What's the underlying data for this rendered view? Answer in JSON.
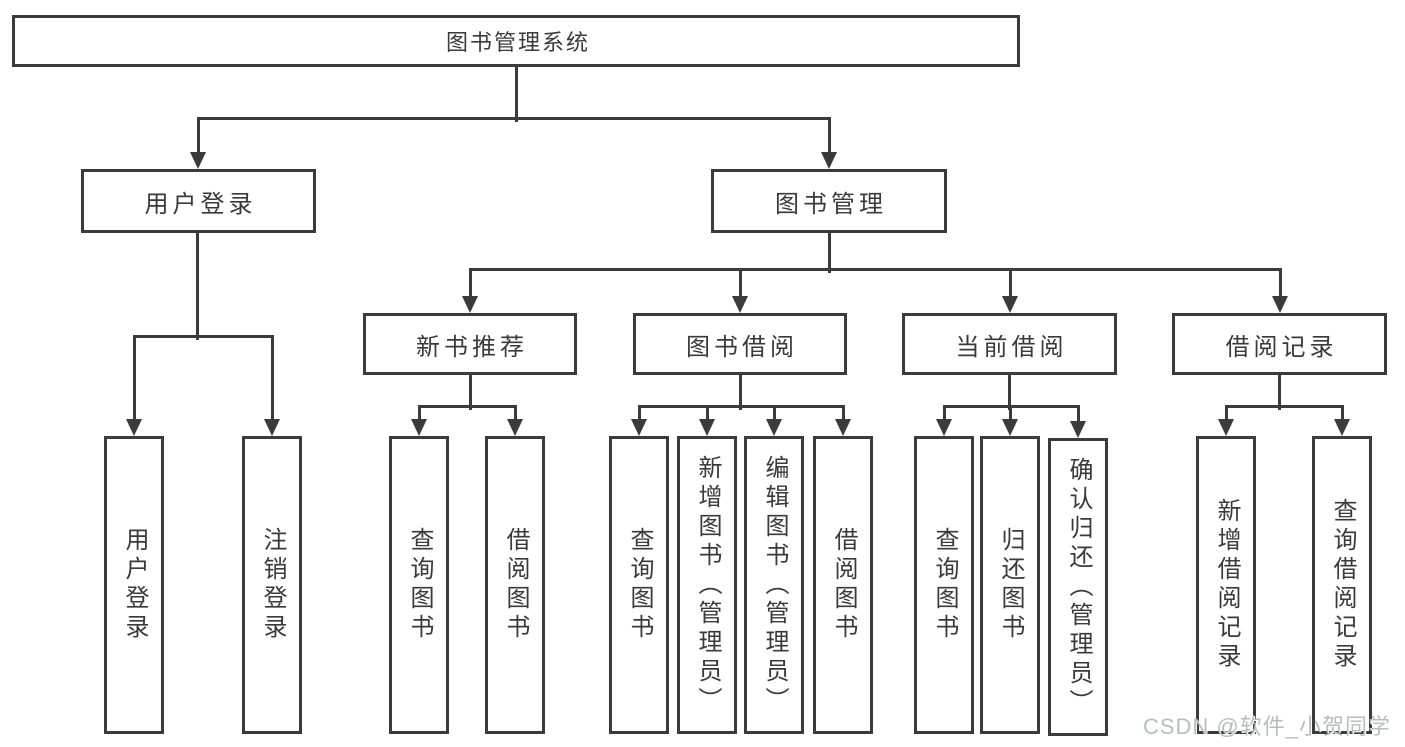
{
  "diagram": {
    "title": "图书管理系统",
    "level2": [
      {
        "label": "用户登录"
      },
      {
        "label": "图书管理"
      }
    ],
    "level3": [
      {
        "label": "新书推荐",
        "parent": "图书管理"
      },
      {
        "label": "图书借阅",
        "parent": "图书管理"
      },
      {
        "label": "当前借阅",
        "parent": "图书管理"
      },
      {
        "label": "借阅记录",
        "parent": "图书管理"
      }
    ],
    "leaves": [
      {
        "label": "用户登录",
        "parent": "用户登录"
      },
      {
        "label": "注销登录",
        "parent": "用户登录"
      },
      {
        "label": "查询图书",
        "parent": "新书推荐"
      },
      {
        "label": "借阅图书",
        "parent": "新书推荐"
      },
      {
        "label": "查询图书",
        "parent": "图书借阅"
      },
      {
        "label": "新增图书（管理员）",
        "parent": "图书借阅"
      },
      {
        "label": "编辑图书（管理员）",
        "parent": "图书借阅"
      },
      {
        "label": "借阅图书",
        "parent": "图书借阅"
      },
      {
        "label": "查询图书",
        "parent": "当前借阅"
      },
      {
        "label": "归还图书",
        "parent": "当前借阅"
      },
      {
        "label": "确认归还（管理员）",
        "parent": "当前借阅"
      },
      {
        "label": "新增借阅记录",
        "parent": "借阅记录"
      },
      {
        "label": "查询借阅记录",
        "parent": "借阅记录"
      }
    ],
    "colors": {
      "line": "#3b3b3b",
      "box_border": "#3b3b3b",
      "text": "#3a3a3a",
      "background": "#ffffff",
      "watermark": "#b9bdbd"
    }
  },
  "watermark": {
    "text": "CSDN @软件_小贺同学"
  }
}
